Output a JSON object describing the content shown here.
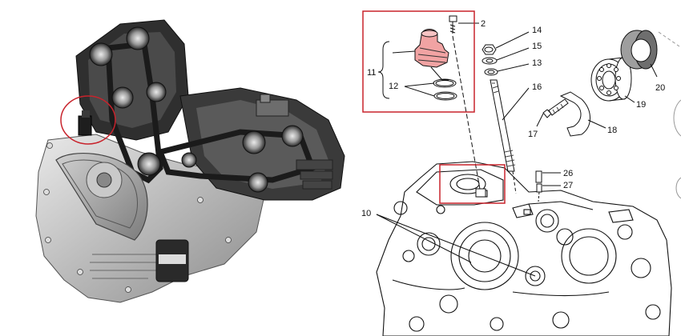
{
  "photo": {
    "name": "engine-photo",
    "highlight_color": "#c8232c"
  },
  "diagram": {
    "highlight_color": "#c8232c",
    "part_color": "#f1a3a3",
    "labels": {
      "p2": "2",
      "p10": "10",
      "p11": "11",
      "p12": "12",
      "p13": "13",
      "p14": "14",
      "p15": "15",
      "p16": "16",
      "p17": "17",
      "p18": "18",
      "p19": "19",
      "p20": "20",
      "p26": "26",
      "p27": "27"
    }
  }
}
